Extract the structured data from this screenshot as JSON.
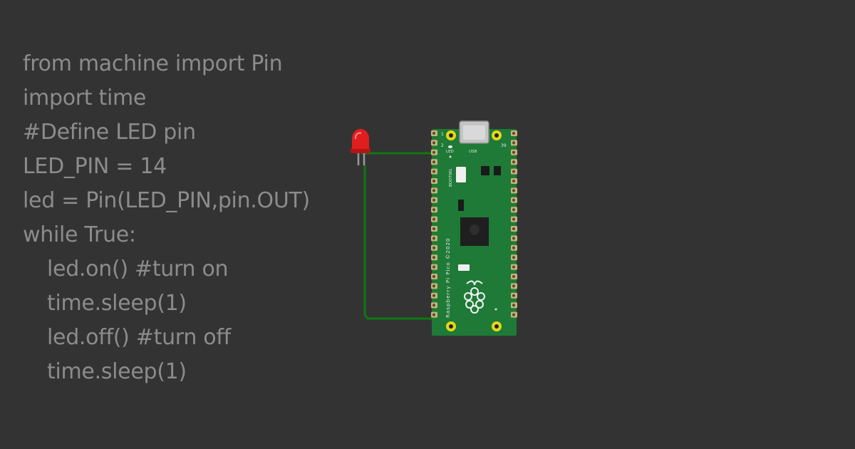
{
  "code": {
    "lines": [
      {
        "text": "from machine import Pin",
        "indent": false
      },
      {
        "text": "import time",
        "indent": false
      },
      {
        "text": "#Define LED pin",
        "indent": false
      },
      {
        "text": "LED_PIN = 14",
        "indent": false
      },
      {
        "text": "led = Pin(LED_PIN,pin.OUT)",
        "indent": false
      },
      {
        "text": "while True:",
        "indent": false
      },
      {
        "text": "led.on() #turn on",
        "indent": true
      },
      {
        "text": "time.sleep(1)",
        "indent": true
      },
      {
        "text": "led.off() #turn off",
        "indent": true
      },
      {
        "text": "time.sleep(1)",
        "indent": true
      }
    ]
  },
  "board": {
    "silkscreen_name": "Raspberry Pi Pico ©2020",
    "bootsel_label": "BOOTSEL",
    "led_label": "LED",
    "usb_label": "USB",
    "pin_1": "1",
    "pin_2": "2",
    "pin_39": "39"
  },
  "colors": {
    "background": "#333333",
    "code_text": "#8c8c8c",
    "pcb": "#1e7a36",
    "pad_gold": "#c8b27a",
    "mount_hole": "#e6d619",
    "wire": "#0c7a12",
    "led_red": "#e01e1e"
  }
}
